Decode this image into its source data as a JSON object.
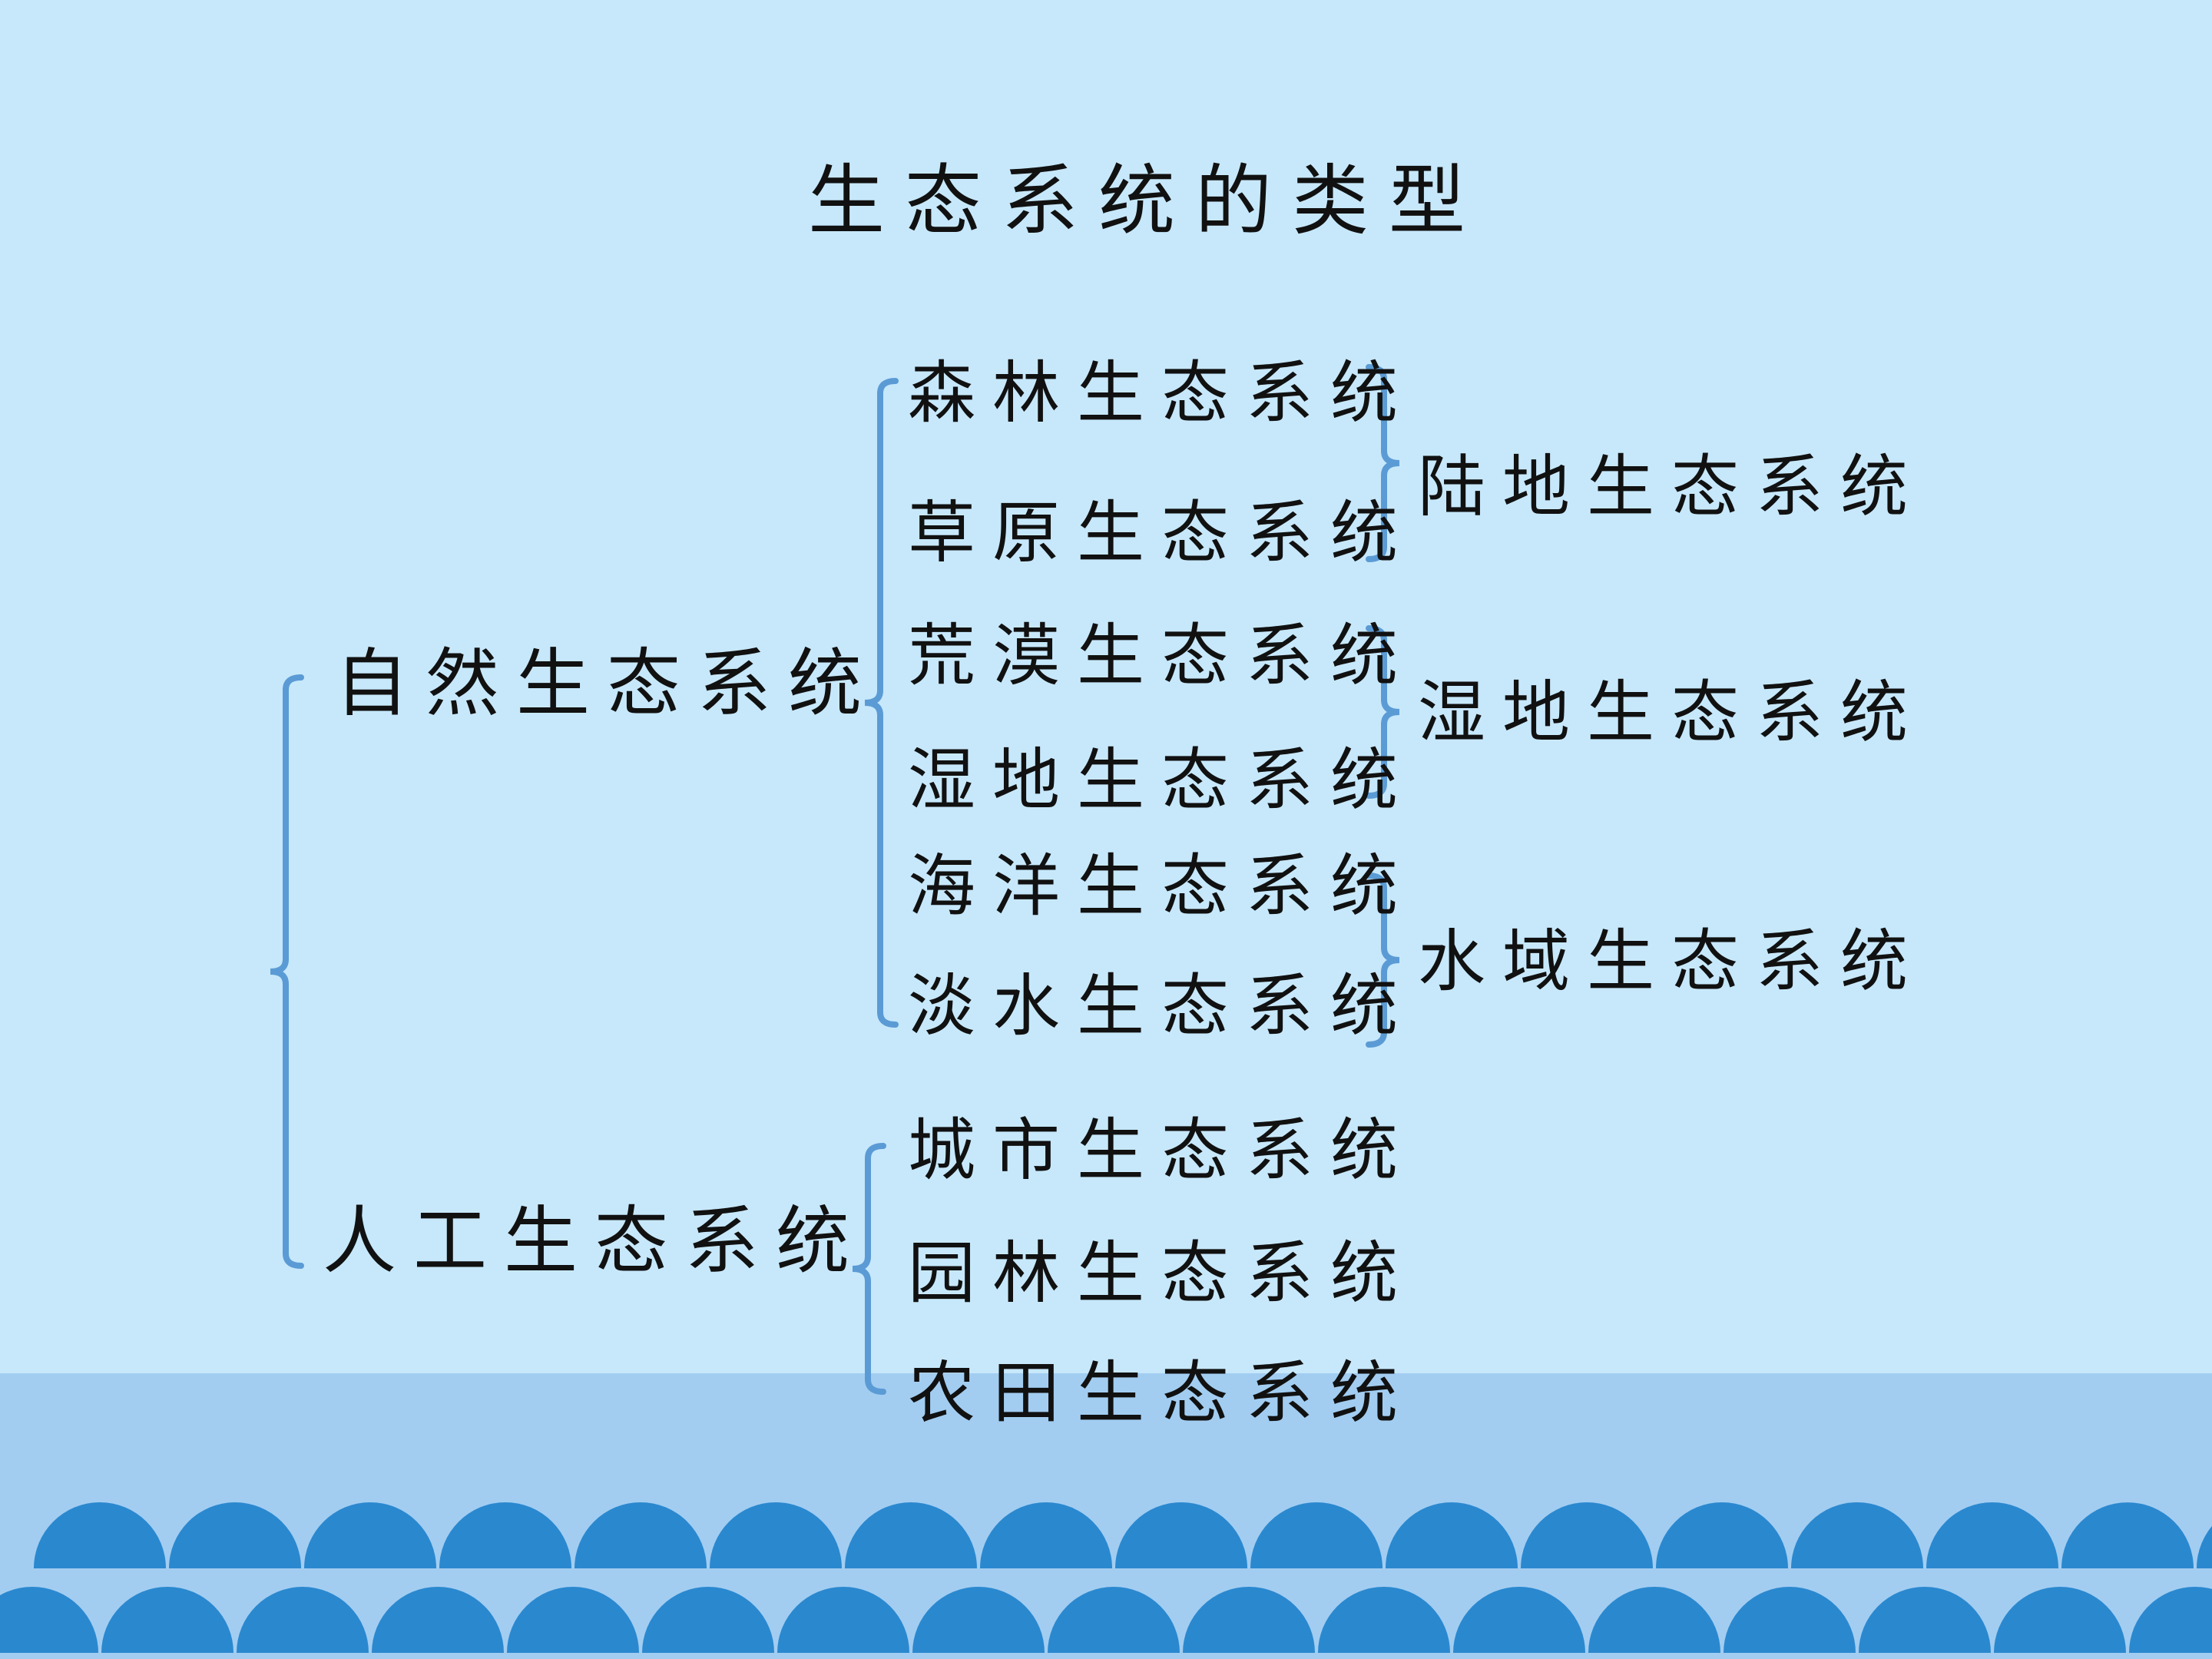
{
  "title": "生态系统的类型",
  "colors": {
    "background": "#c7e8fb",
    "band": "#a2cdf1",
    "wave": "#2a88cf",
    "bracket": "#5b9bd5",
    "text": "#111111"
  },
  "tree": {
    "natural": {
      "label": "自然生态系统",
      "children": [
        "森林生态系统",
        "草原生态系统",
        "荒漠生态系统",
        "湿地生态系统",
        "海洋生态系统",
        "淡水生态系统"
      ]
    },
    "artificial": {
      "label": "人工生态系统",
      "children": [
        "城市生态系统",
        "园林生态系统",
        "农田生态系统"
      ]
    },
    "groups": [
      "陆地生态系统",
      "湿地生态系统",
      "水域生态系统"
    ]
  }
}
